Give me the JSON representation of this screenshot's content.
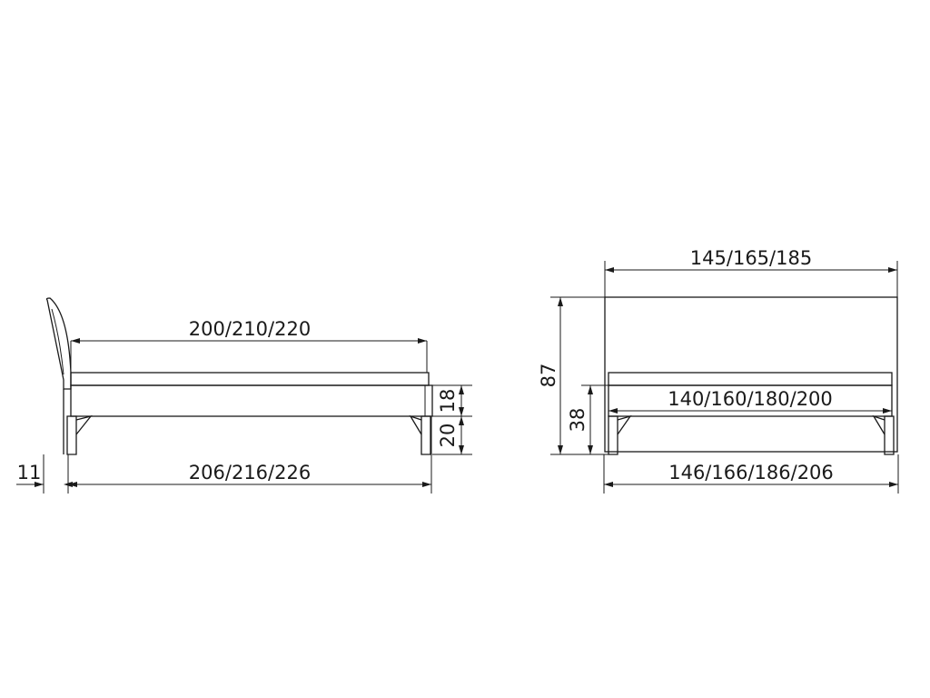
{
  "side_view": {
    "inner_length": "200/210/220",
    "total_length": "206/216/226",
    "headboard_offset": "11",
    "frame_height": "18",
    "leg_height": "20"
  },
  "front_view": {
    "headboard_width": "145/165/185",
    "mattress_width": "140/160/180/200",
    "total_width": "146/166/186/206",
    "total_height": "87",
    "frame_top_height": "38"
  }
}
